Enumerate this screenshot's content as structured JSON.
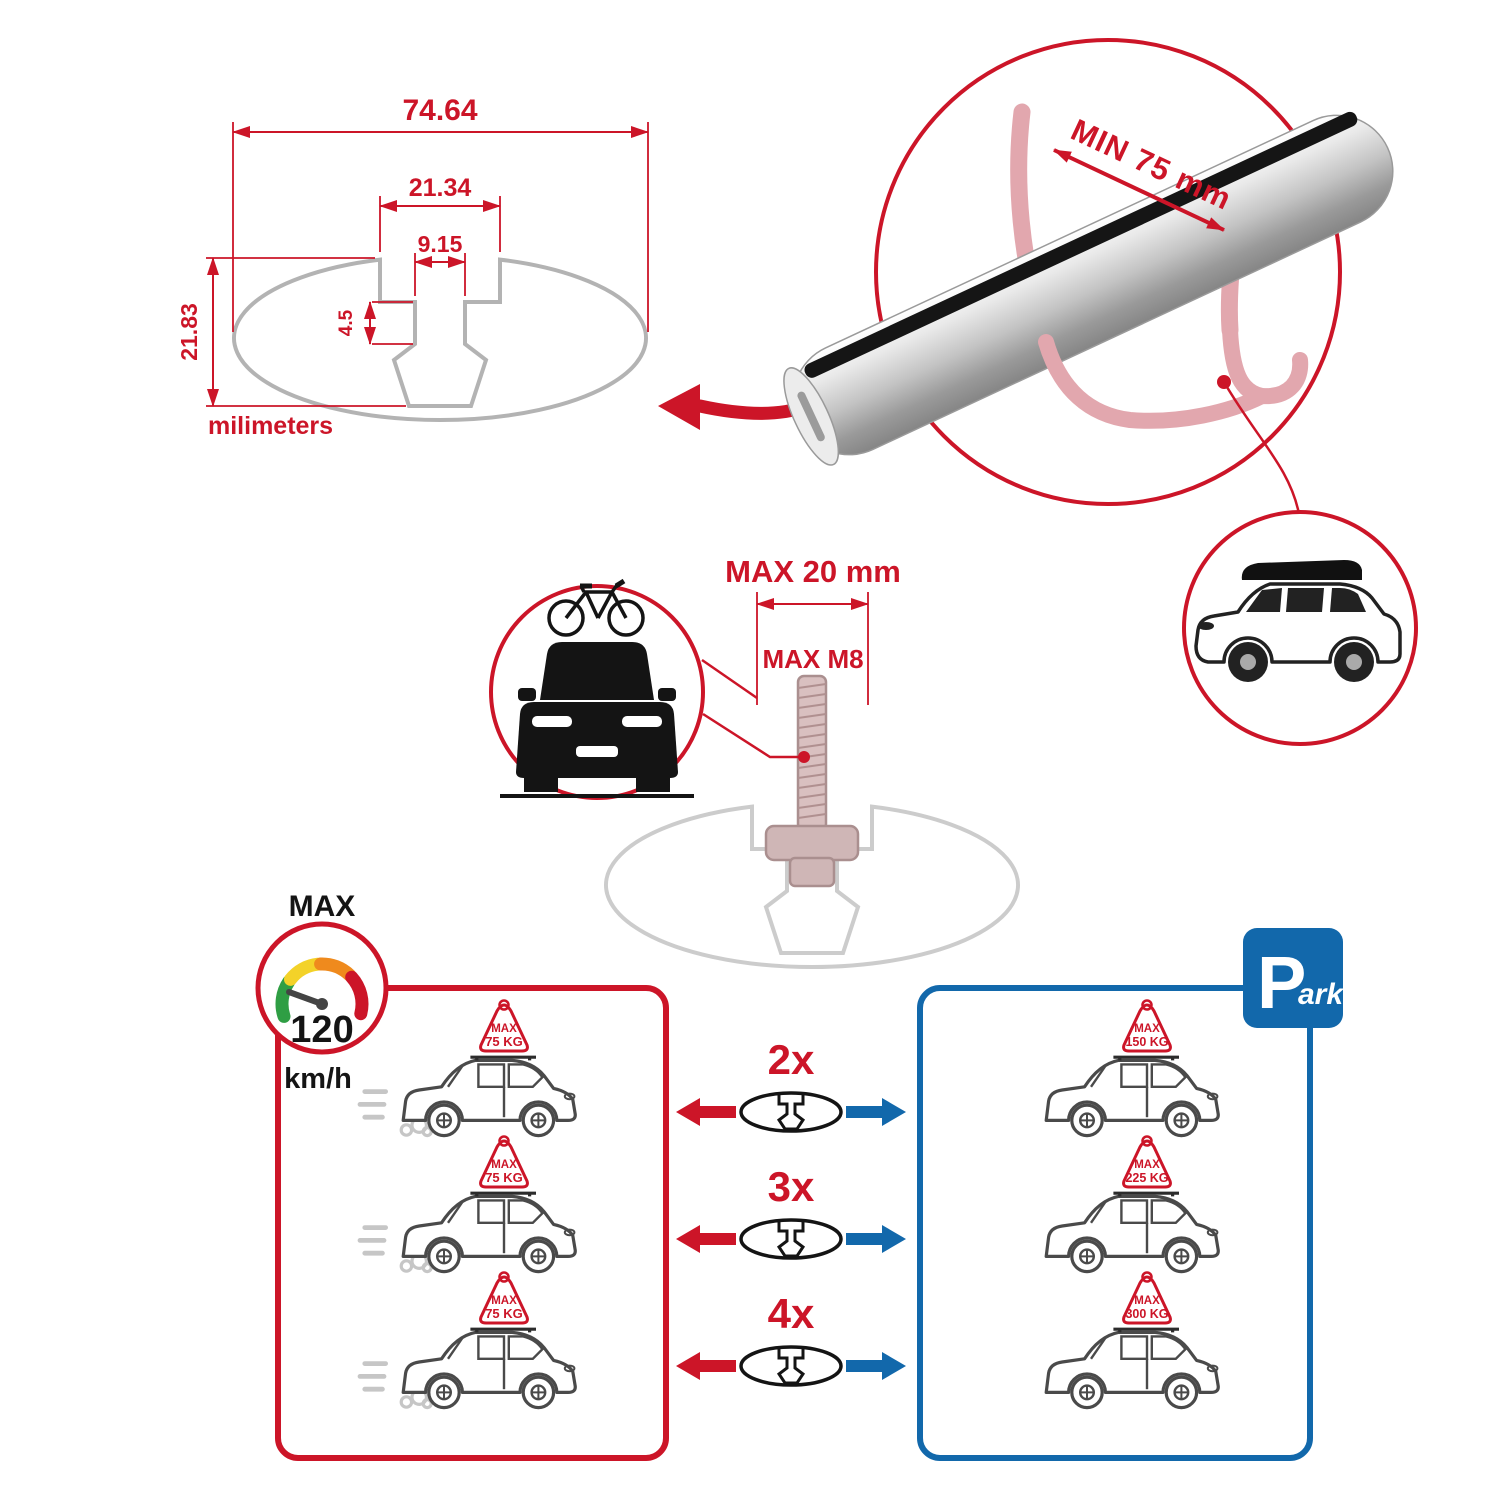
{
  "colors": {
    "red": "#cc1528",
    "blue": "#1268ab"
  },
  "technical_drawing": {
    "dim_total_width": "74.64",
    "dim_slot_outer": "21.34",
    "dim_slot_inner": "9.15",
    "dim_slot_depth": "4.5",
    "dim_total_height": "21.83",
    "unit_label": "milimeters"
  },
  "bar_detail": {
    "min_span_label": "MIN 75 mm"
  },
  "bolt_detail": {
    "max_depth_label": "MAX 20 mm",
    "max_thread_label": "MAX M8"
  },
  "speedometer": {
    "title": "MAX",
    "value": "120",
    "unit": "km/h",
    "gauge_colors": [
      "#2f9e44",
      "#f3d229",
      "#ef8a1d",
      "#cc1528"
    ]
  },
  "parking_sign": {
    "letter": "P",
    "suffix": "ark"
  },
  "driving_panel": {
    "cars": [
      {
        "line1": "MAX",
        "line2": "75 KG"
      },
      {
        "line1": "MAX",
        "line2": "75 KG"
      },
      {
        "line1": "MAX",
        "line2": "75 KG"
      }
    ]
  },
  "parked_panel": {
    "cars": [
      {
        "line1": "MAX",
        "line2": "150 KG"
      },
      {
        "line1": "MAX",
        "line2": "225 KG"
      },
      {
        "line1": "MAX",
        "line2": "300 KG"
      }
    ]
  },
  "quantity_rows": [
    {
      "label": "2x"
    },
    {
      "label": "3x"
    },
    {
      "label": "4x"
    }
  ]
}
